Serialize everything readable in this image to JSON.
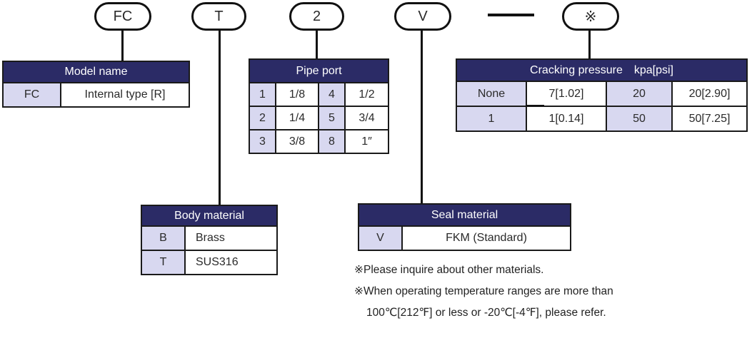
{
  "colors": {
    "header_bg": "#2b2b66",
    "header_text": "#ffffff",
    "key_cell_bg": "#d8d8f0",
    "cell_bg": "#ffffff",
    "border": "#1a1a1a",
    "line": "#111111",
    "text": "#2a2a2a"
  },
  "code": {
    "bubbles": [
      {
        "label": "FC"
      },
      {
        "label": "T"
      },
      {
        "label": "2"
      },
      {
        "label": "V"
      },
      {
        "label": "※"
      }
    ],
    "separator": "dash"
  },
  "tables": {
    "model_name": {
      "title": "Model name",
      "rows": [
        {
          "key": "FC",
          "value": "Internal type [R]"
        }
      ]
    },
    "pipe_port": {
      "title": "Pipe port",
      "rows": [
        {
          "k1": "1",
          "v1": "1/8",
          "k2": "4",
          "v2": "1/2"
        },
        {
          "k1": "2",
          "v1": "1/4",
          "k2": "5",
          "v2": "3/4"
        },
        {
          "k1": "3",
          "v1": "3/8",
          "k2": "8",
          "v2": "1″"
        }
      ]
    },
    "cracking_pressure": {
      "title": "Cracking pressure kpa[psi]",
      "rows": [
        {
          "k1": "None",
          "v1": "7[1.02]",
          "k2": "20",
          "v2": "20[2.90]"
        },
        {
          "k1": "1",
          "v1": "1[0.14]",
          "k2": "50",
          "v2": "50[7.25]"
        }
      ]
    },
    "body_material": {
      "title": "Body material",
      "rows": [
        {
          "key": "B",
          "value": "Brass"
        },
        {
          "key": "T",
          "value": "SUS316"
        }
      ]
    },
    "seal_material": {
      "title": "Seal material",
      "rows": [
        {
          "key": "V",
          "value": "FKM (Standard)"
        }
      ]
    }
  },
  "notes": {
    "line1": "※Please inquire about other materials.",
    "line2": "※When operating temperature ranges are more than",
    "line3": "100℃[212℉] or less or -20℃[-4℉], please refer."
  }
}
